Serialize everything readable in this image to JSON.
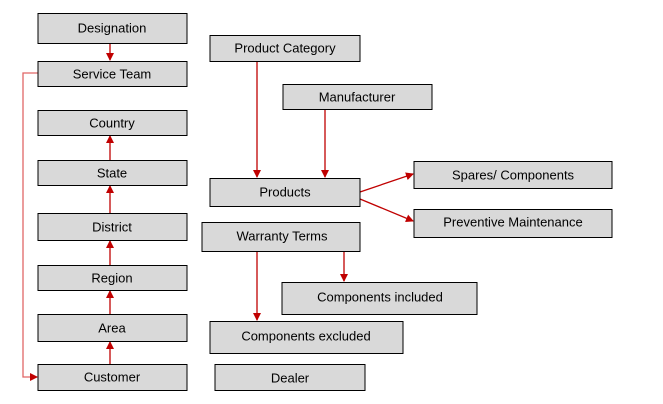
{
  "nodes": {
    "designation": "Designation",
    "service_team": "Service Team",
    "country": "Country",
    "state": "State",
    "district": "District",
    "region": "Region",
    "area": "Area",
    "customer": "Customer",
    "product_category": "Product Category",
    "manufacturer": "Manufacturer",
    "products": "Products",
    "spares_components": "Spares/ Components",
    "preventive_maintenance": "Preventive Maintenance",
    "warranty_terms": "Warranty Terms",
    "components_included": "Components included",
    "components_excluded": "Components excluded",
    "dealer": "Dealer"
  },
  "edges": [
    [
      "designation",
      "service_team"
    ],
    [
      "service_team",
      "customer"
    ],
    [
      "customer",
      "area"
    ],
    [
      "area",
      "region"
    ],
    [
      "region",
      "district"
    ],
    [
      "district",
      "state"
    ],
    [
      "state",
      "country"
    ],
    [
      "product_category",
      "products"
    ],
    [
      "manufacturer",
      "products"
    ],
    [
      "products",
      "spares_components"
    ],
    [
      "products",
      "preventive_maintenance"
    ],
    [
      "warranty_terms",
      "components_included"
    ],
    [
      "warranty_terms",
      "components_excluded"
    ]
  ],
  "colors": {
    "box_fill": "#d9d9d9",
    "connector": "#c00000"
  }
}
